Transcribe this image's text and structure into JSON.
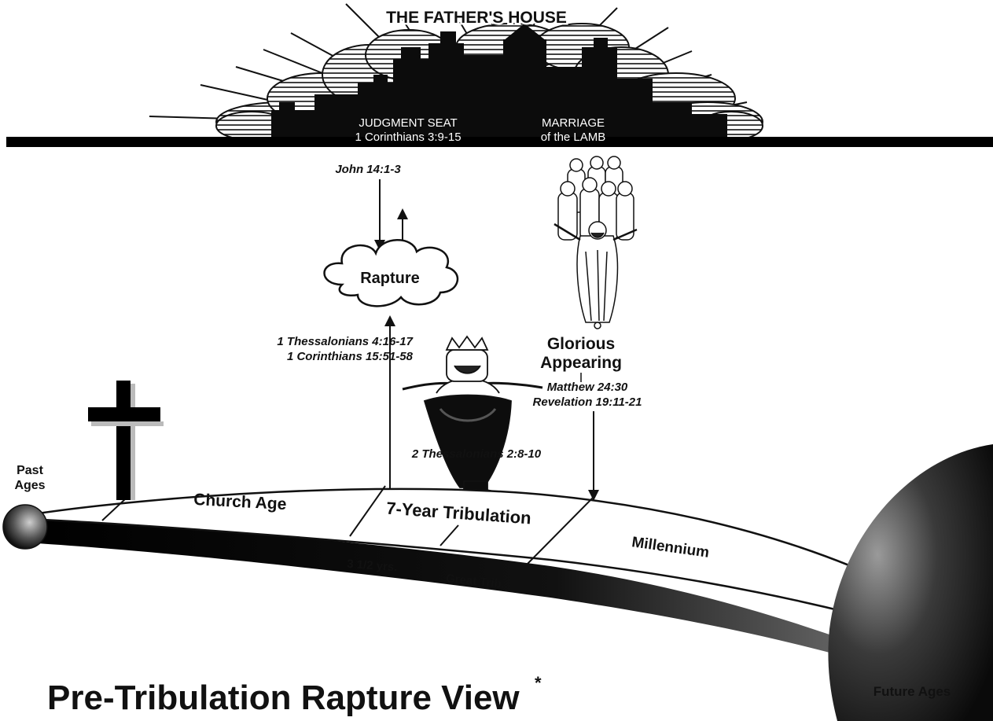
{
  "heaven": {
    "title": "THE FATHER'S HOUSE",
    "judgment_label": "JUDGMENT SEAT",
    "judgment_ref": "1 Corinthians 3:9-15",
    "marriage_label": "MARRIAGE",
    "marriage_sub": "of the LAMB"
  },
  "rapture": {
    "ref_top": "John 14:1-3",
    "label": "Rapture",
    "ref_bottom_1": "1 Thessalonians 4:16-17",
    "ref_bottom_2": "1 Corinthians 15:51-58"
  },
  "appearing": {
    "label_1": "Glorious",
    "label_2": "Appearing",
    "ref_1": "Matthew 24:30",
    "ref_2": "Revelation 19:11-21"
  },
  "antichrist": {
    "ref": "2 Thessalonians 2:8-10"
  },
  "timeline": {
    "past_1": "Past",
    "past_2": "Ages",
    "church_age": "Church Age",
    "tribulation": "7-Year Tribulation",
    "half": "3 1/2 yrs.",
    "great_trib": "Great Trib.",
    "millennium": "Millennium",
    "future": "Future Ages"
  },
  "footer": {
    "title": "Pre-Tribulation Rapture View",
    "asterisk": "*"
  }
}
